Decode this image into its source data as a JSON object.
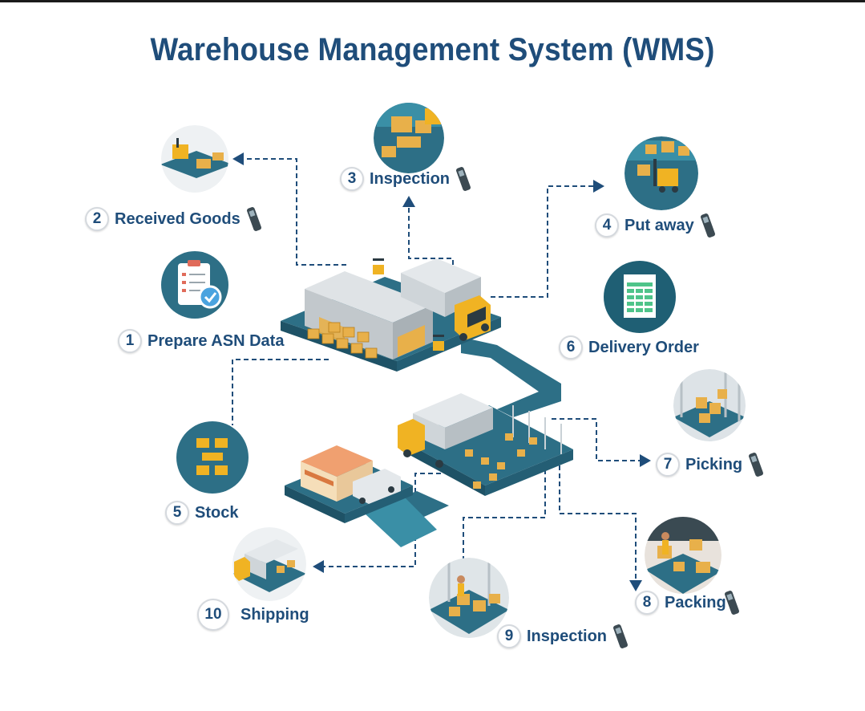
{
  "title": "Warehouse Management System (WMS)",
  "colors": {
    "title": "#1f4d7a",
    "teal": "#2d6f86",
    "platform": "#3a8fa6",
    "box": "#e8b04a",
    "truck_cab": "#f0b323",
    "connector": "#1f4d7a"
  },
  "steps": [
    {
      "num": "1",
      "label": "Prepare ASN Data",
      "icon": "clipboard-check-icon",
      "scanner": false
    },
    {
      "num": "2",
      "label": "Received Goods",
      "icon": "forklift-scene-icon",
      "scanner": true
    },
    {
      "num": "3",
      "label": "Inspection",
      "icon": "inspection-scene-icon",
      "scanner": true
    },
    {
      "num": "4",
      "label": "Put away",
      "icon": "putaway-forklift-icon",
      "scanner": true
    },
    {
      "num": "5",
      "label": "Stock",
      "icon": "stock-shelves-icon",
      "scanner": false
    },
    {
      "num": "6",
      "label": "Delivery Order",
      "icon": "spreadsheet-document-icon",
      "scanner": false
    },
    {
      "num": "7",
      "label": "Picking",
      "icon": "picking-racks-icon",
      "scanner": true
    },
    {
      "num": "8",
      "label": "Packing",
      "icon": "packing-worker-icon",
      "scanner": true
    },
    {
      "num": "9",
      "label": "Inspection",
      "icon": "inspection-worker-icon",
      "scanner": true
    },
    {
      "num": "10",
      "label": "Shipping",
      "icon": "shipping-truck-icon",
      "scanner": false
    }
  ]
}
